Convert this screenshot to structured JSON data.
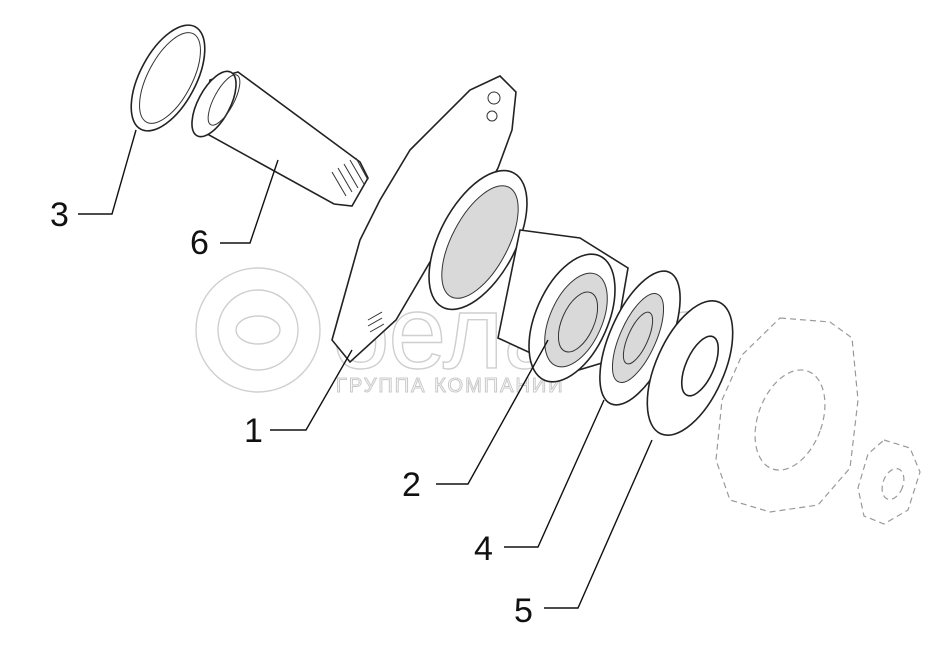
{
  "watermark": {
    "logo_text": "белагро",
    "subtitle": "ГРУППА КОМПАНИЙ"
  },
  "callouts": [
    {
      "id": "1",
      "label": "1"
    },
    {
      "id": "2",
      "label": "2"
    },
    {
      "id": "3",
      "label": "3"
    },
    {
      "id": "4",
      "label": "4"
    },
    {
      "id": "5",
      "label": "5"
    },
    {
      "id": "6",
      "label": "6"
    }
  ],
  "colors": {
    "line": "#222222",
    "shade": "#d9d9d9",
    "watermark": "#cfcfcf",
    "ghost": "#9a9a9a"
  }
}
